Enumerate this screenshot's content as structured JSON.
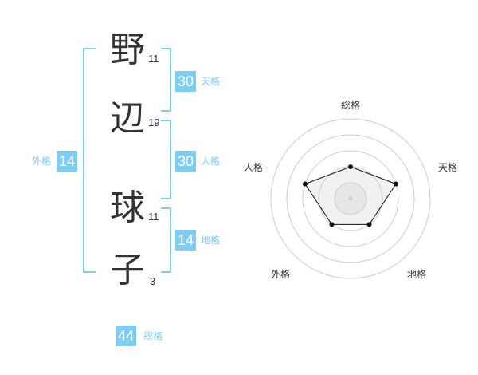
{
  "characters": [
    {
      "char": "野",
      "strokes": "11"
    },
    {
      "char": "辺",
      "strokes": "19"
    },
    {
      "char": "球",
      "strokes": "11"
    },
    {
      "char": "子",
      "strokes": "3"
    }
  ],
  "scores": {
    "tenkaku": {
      "value": "30",
      "label": "天格"
    },
    "jinkaku": {
      "value": "30",
      "label": "人格"
    },
    "chikaku": {
      "value": "14",
      "label": "地格"
    },
    "gaikaku": {
      "value": "14",
      "label": "外格"
    },
    "soukaku": {
      "value": "44",
      "label": "総格"
    }
  },
  "radar": {
    "labels": {
      "top": "総格",
      "right": "天格",
      "bottom_right": "地格",
      "bottom_left": "外格",
      "left": "人格"
    },
    "levels": [
      2,
      3,
      2,
      2,
      3
    ],
    "max_level": 5,
    "colors": {
      "ring": "#cccccc",
      "fill": "#f2f2f2",
      "line": "#111111"
    }
  },
  "colors": {
    "accent": "#7ecef4",
    "text": "#333333"
  }
}
